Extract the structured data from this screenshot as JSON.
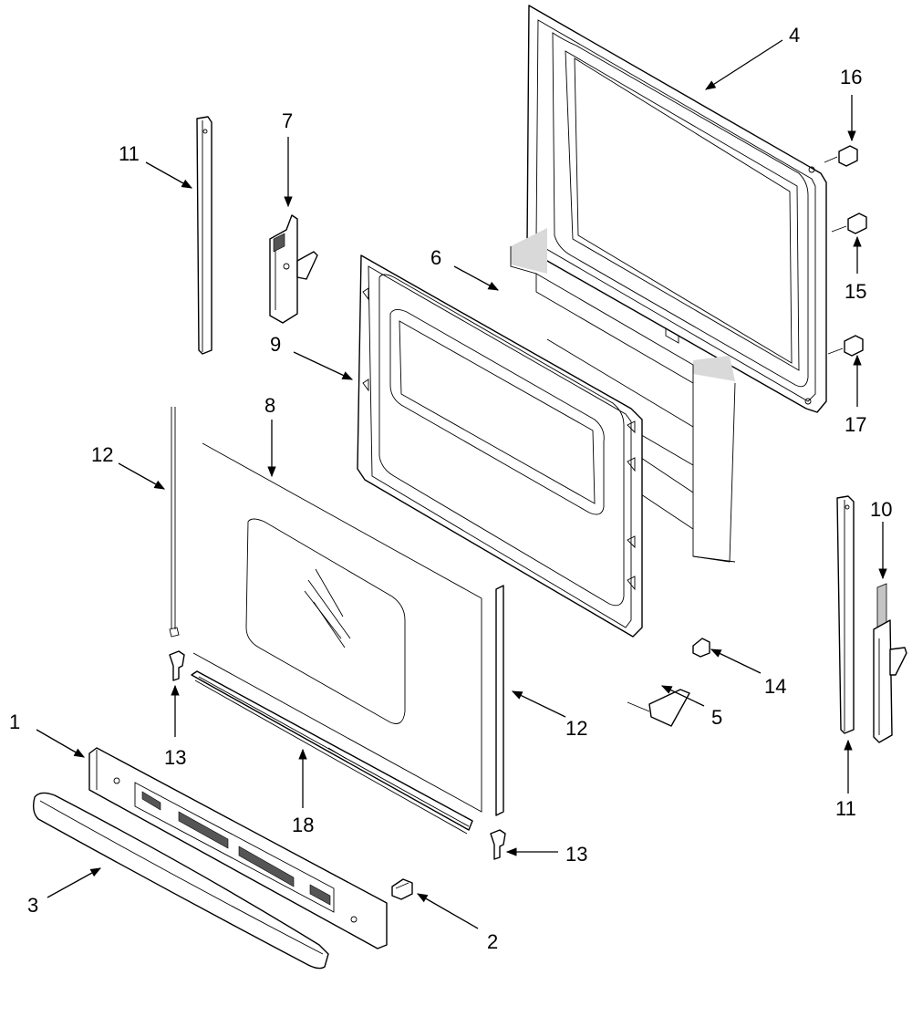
{
  "diagram": {
    "callouts": [
      {
        "id": "c1",
        "label": "1"
      },
      {
        "id": "c2",
        "label": "2"
      },
      {
        "id": "c3",
        "label": "3"
      },
      {
        "id": "c4",
        "label": "4"
      },
      {
        "id": "c5",
        "label": "5"
      },
      {
        "id": "c6",
        "label": "6"
      },
      {
        "id": "c7",
        "label": "7"
      },
      {
        "id": "c8",
        "label": "8"
      },
      {
        "id": "c9",
        "label": "9"
      },
      {
        "id": "c10",
        "label": "10"
      },
      {
        "id": "c11a",
        "label": "11"
      },
      {
        "id": "c11b",
        "label": "11"
      },
      {
        "id": "c12a",
        "label": "12"
      },
      {
        "id": "c12b",
        "label": "12"
      },
      {
        "id": "c13a",
        "label": "13"
      },
      {
        "id": "c13b",
        "label": "13"
      },
      {
        "id": "c14",
        "label": "14"
      },
      {
        "id": "c15",
        "label": "15"
      },
      {
        "id": "c16",
        "label": "16"
      },
      {
        "id": "c17",
        "label": "17"
      },
      {
        "id": "c18",
        "label": "18"
      }
    ]
  }
}
